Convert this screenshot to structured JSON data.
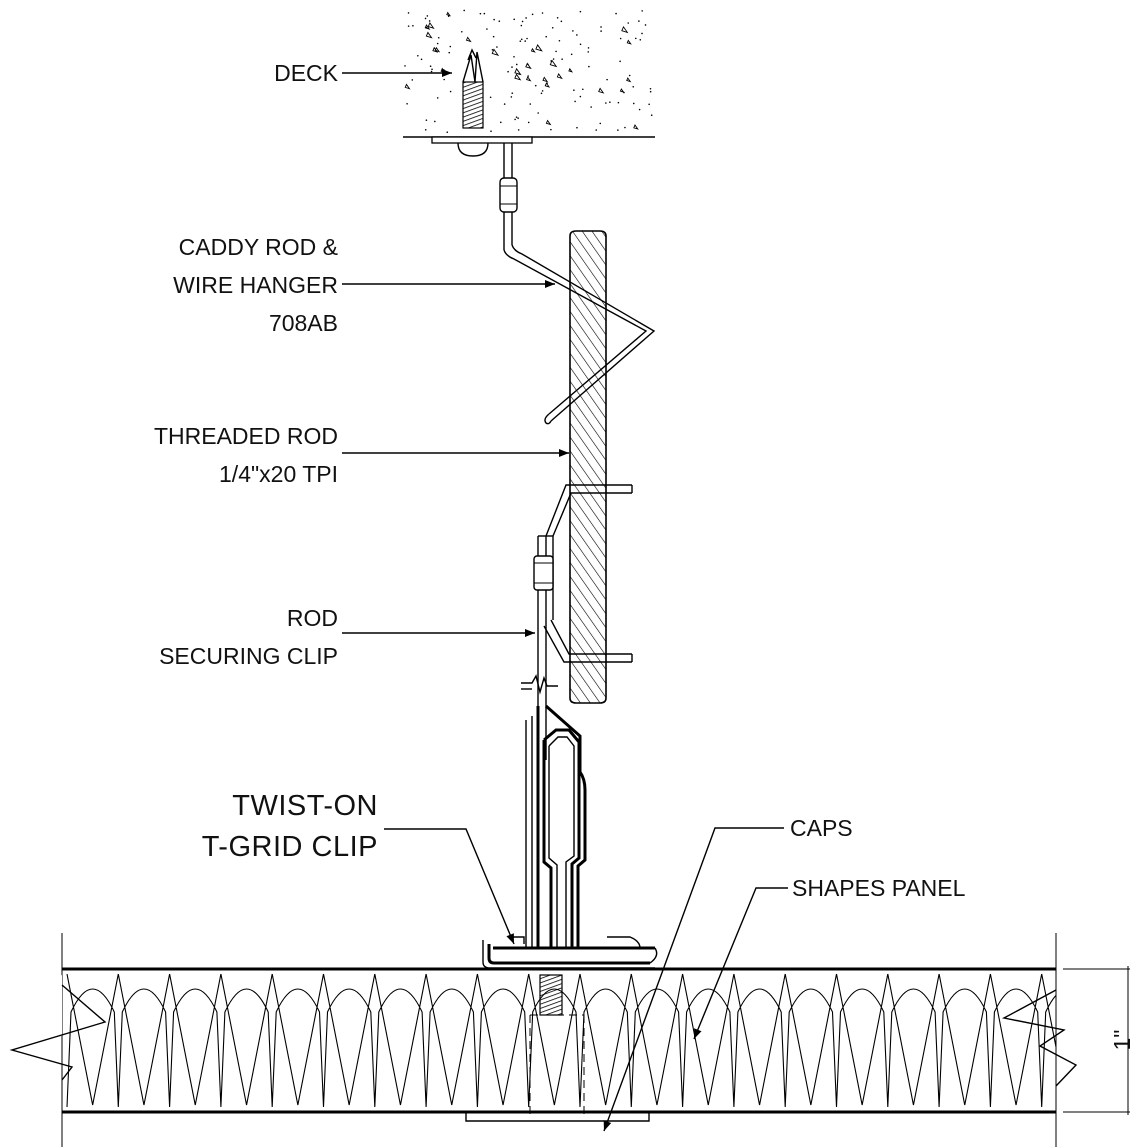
{
  "labels": {
    "deck": "DECK",
    "caddy_line1": "CADDY ROD &",
    "caddy_line2": "WIRE HANGER",
    "caddy_line3": "708AB",
    "threaded_line1": "THREADED ROD",
    "threaded_line2": "1/4\"x20 TPI",
    "rod_line1": "ROD",
    "rod_line2": "SECURING CLIP",
    "twist_line1": "TWIST-ON",
    "twist_line2": "T-GRID CLIP",
    "caps": "CAPS",
    "shapes_panel": "SHAPES PANEL",
    "dimension": "1\""
  }
}
